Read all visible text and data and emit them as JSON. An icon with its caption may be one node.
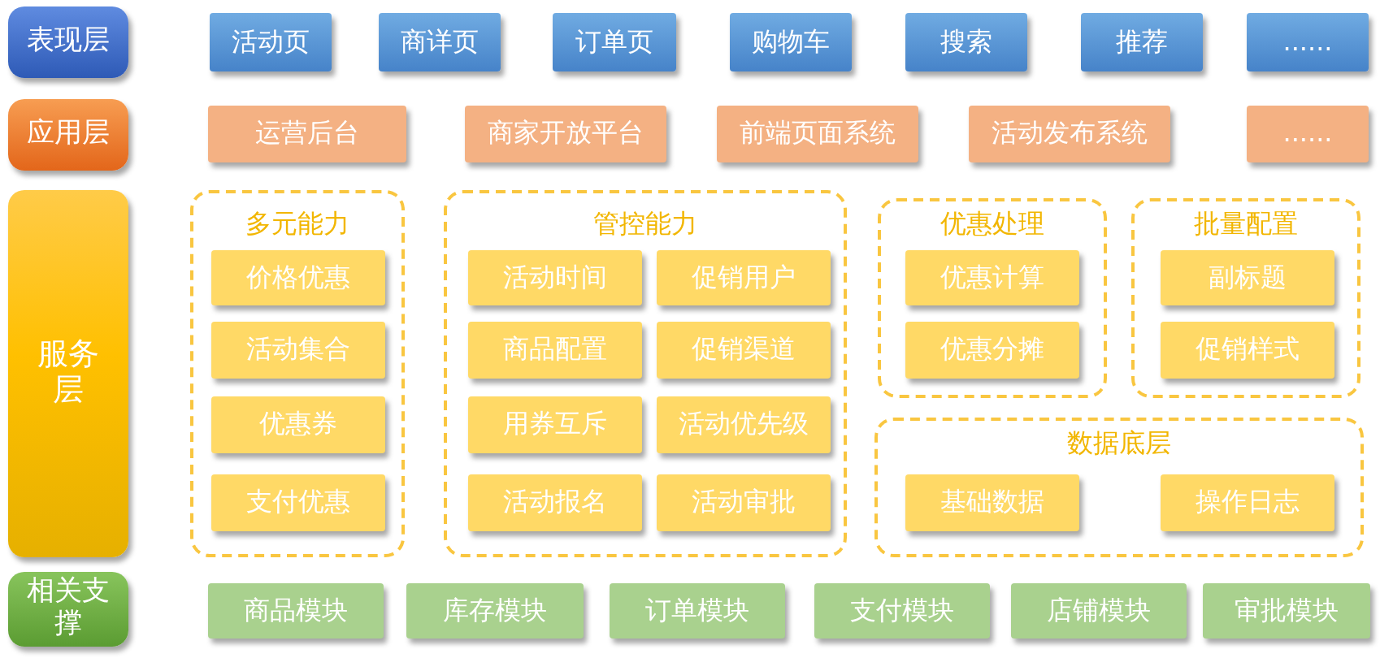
{
  "diagram": {
    "nodes": [
      {
        "text": [
          "表现层"
        ]
      },
      {
        "text": [
          "活动页"
        ]
      },
      {
        "text": [
          "商详页"
        ]
      },
      {
        "text": [
          "订单页"
        ]
      },
      {
        "text": [
          "购物车"
        ]
      },
      {
        "text": [
          "搜索"
        ]
      },
      {
        "text": [
          "推荐"
        ]
      },
      {
        "text": [
          "......"
        ]
      },
      {
        "text": [
          "应用层"
        ]
      },
      {
        "text": [
          "运营后台"
        ]
      },
      {
        "text": [
          "商家开放平台"
        ]
      },
      {
        "text": [
          "前端页面系统"
        ]
      },
      {
        "text": [
          "活动发布系统"
        ]
      },
      {
        "text": [
          "......"
        ]
      },
      {
        "text": [
          "服务层"
        ]
      },
      {
        "text": [
          "多元能力"
        ]
      },
      {
        "text": [
          "价格优惠"
        ],
        "in": 15
      },
      {
        "text": [
          "活动集合"
        ],
        "in": 15
      },
      {
        "text": [
          "优惠券"
        ],
        "in": 15
      },
      {
        "text": [
          "支付优惠"
        ],
        "in": 15
      },
      {
        "text": [
          "管控能力"
        ]
      },
      {
        "text": [
          "活动时间"
        ],
        "in": 20
      },
      {
        "text": [
          "促销用户"
        ],
        "in": 20
      },
      {
        "text": [
          "商品配置"
        ],
        "in": 20
      },
      {
        "text": [
          "促销渠道"
        ],
        "in": 20
      },
      {
        "text": [
          "用券互斥"
        ],
        "in": 20
      },
      {
        "text": [
          "活动优先级"
        ],
        "in": 20
      },
      {
        "text": [
          "活动报名"
        ],
        "in": 20
      },
      {
        "text": [
          "活动审批"
        ],
        "in": 20
      },
      {
        "text": [
          "优惠处理"
        ]
      },
      {
        "text": [
          "优惠计算"
        ],
        "in": 29
      },
      {
        "text": [
          "优惠分摊"
        ],
        "in": 29
      },
      {
        "text": [
          "批量配置"
        ]
      },
      {
        "text": [
          "副标题"
        ],
        "in": 32
      },
      {
        "text": [
          "促销样式"
        ],
        "in": 32
      },
      {
        "text": [
          "数据底层"
        ]
      },
      {
        "text": [
          "基础数据"
        ],
        "in": 35
      },
      {
        "text": [
          "操作日志"
        ],
        "in": 35
      },
      {
        "text": [
          "相关支撑"
        ]
      },
      {
        "text": [
          "商品模块"
        ]
      },
      {
        "text": [
          "库存模块"
        ]
      },
      {
        "text": [
          "订单模块"
        ]
      },
      {
        "text": [
          "支付模块"
        ]
      },
      {
        "text": [
          "店铺模块"
        ]
      },
      {
        "text": [
          "审批模块"
        ]
      }
    ]
  }
}
